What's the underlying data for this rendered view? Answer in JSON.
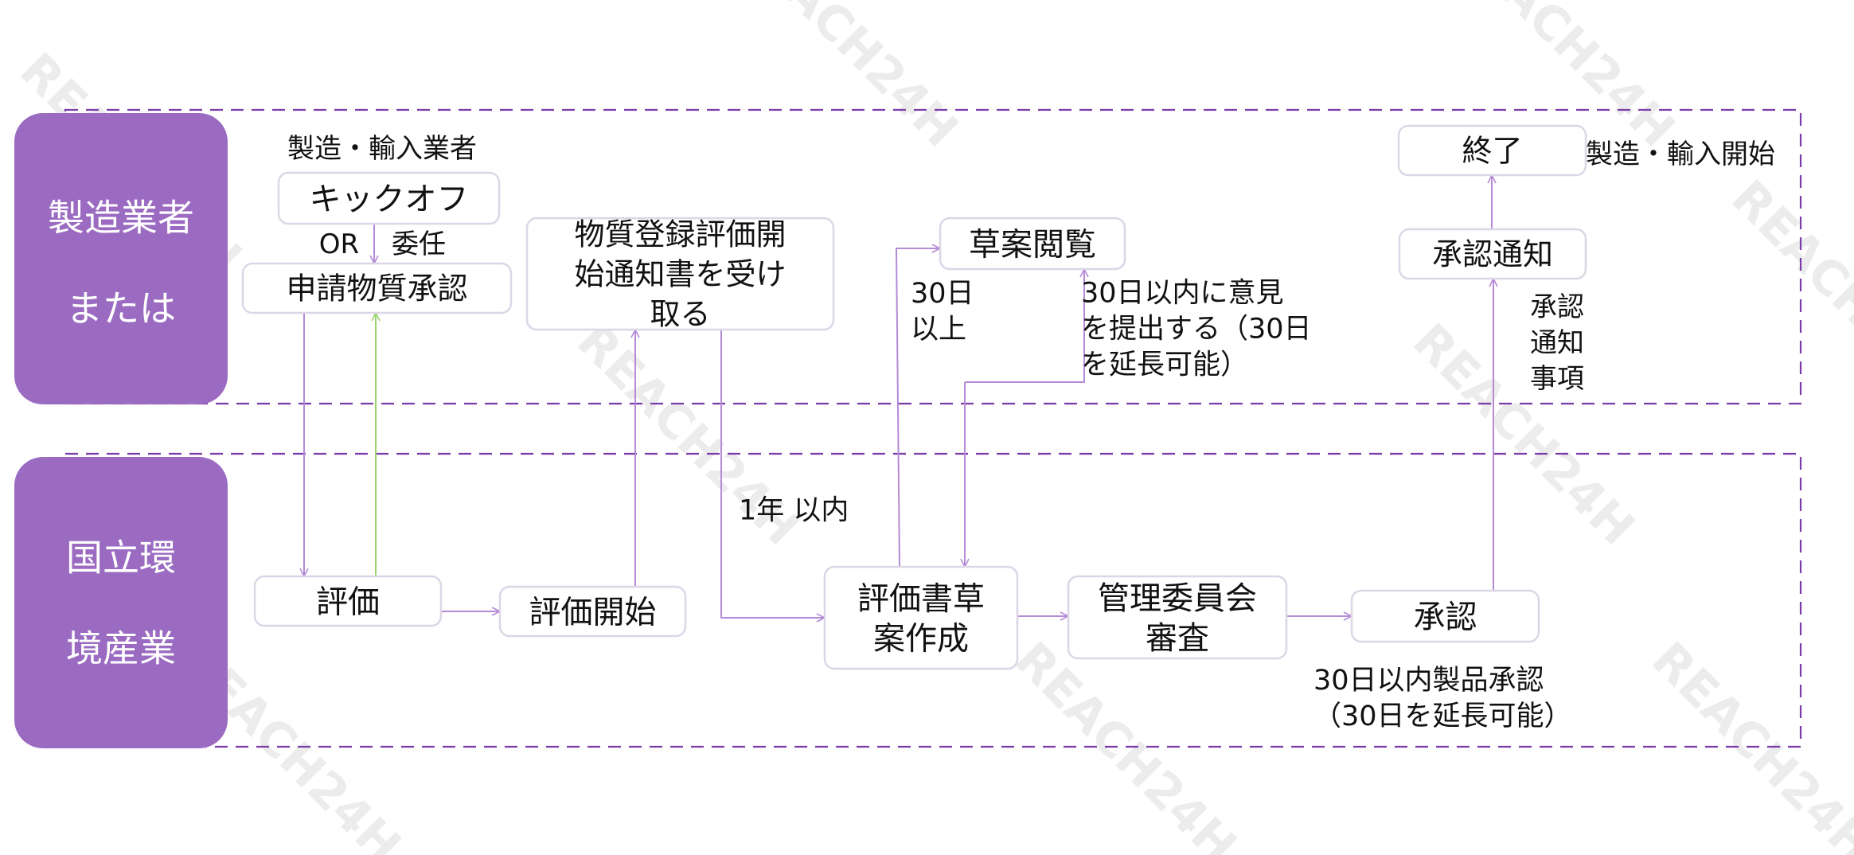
{
  "colors": {
    "lane": "#9b6bc2",
    "lane_text": "#ffffff",
    "lane_border": "#7a3aa8",
    "box_border": "#dcd6e6",
    "text": "#111111",
    "arrow": "#b58ad6",
    "arrow_return": "#9ad36a",
    "watermark": "#ececec"
  },
  "lanes": [
    {
      "id": "lane-manufacturer",
      "lines": [
        "製造業者",
        "または"
      ]
    },
    {
      "id": "lane-nies",
      "lines": [
        "国立環",
        "境産業"
      ]
    }
  ],
  "watermark": "REACH24H",
  "nodes": {
    "kickoff": {
      "lines": [
        "キックオフ"
      ]
    },
    "approval_request": {
      "lines": [
        "申請物質承認"
      ]
    },
    "receive_notice": {
      "lines": [
        "物質登録評価開",
        "始通知書を受け",
        "取る"
      ]
    },
    "draft_review": {
      "lines": [
        "草案閲覧"
      ]
    },
    "approval_notice": {
      "lines": [
        "承認通知"
      ]
    },
    "end": {
      "lines": [
        "終了"
      ]
    },
    "evaluation": {
      "lines": [
        "評価"
      ]
    },
    "eval_start": {
      "lines": [
        "評価開始"
      ]
    },
    "draft_creation": {
      "lines": [
        "評価書草",
        "案作成"
      ]
    },
    "committee_review": {
      "lines": [
        "管理委員会",
        "審査"
      ]
    },
    "approval": {
      "lines": [
        "承認"
      ]
    }
  },
  "labels": {
    "manufacturer_importer": [
      "製造・輸入業者"
    ],
    "or": [
      "OR"
    ],
    "delegate": [
      "委任"
    ],
    "within_1_year": [
      "1年 以内"
    ],
    "over_30_days": [
      "30日",
      "以上"
    ],
    "comment_30_days": [
      " 30日以内に意見",
      "を提出する（30日",
      "を延長可能）"
    ],
    "approval_items": [
      "承認",
      "通知",
      "事項"
    ],
    "start_manufacture": [
      "製造・輸入開始"
    ],
    "product_approval": [
      "30日以内製品承認",
      "（30日を延長可能）"
    ]
  }
}
